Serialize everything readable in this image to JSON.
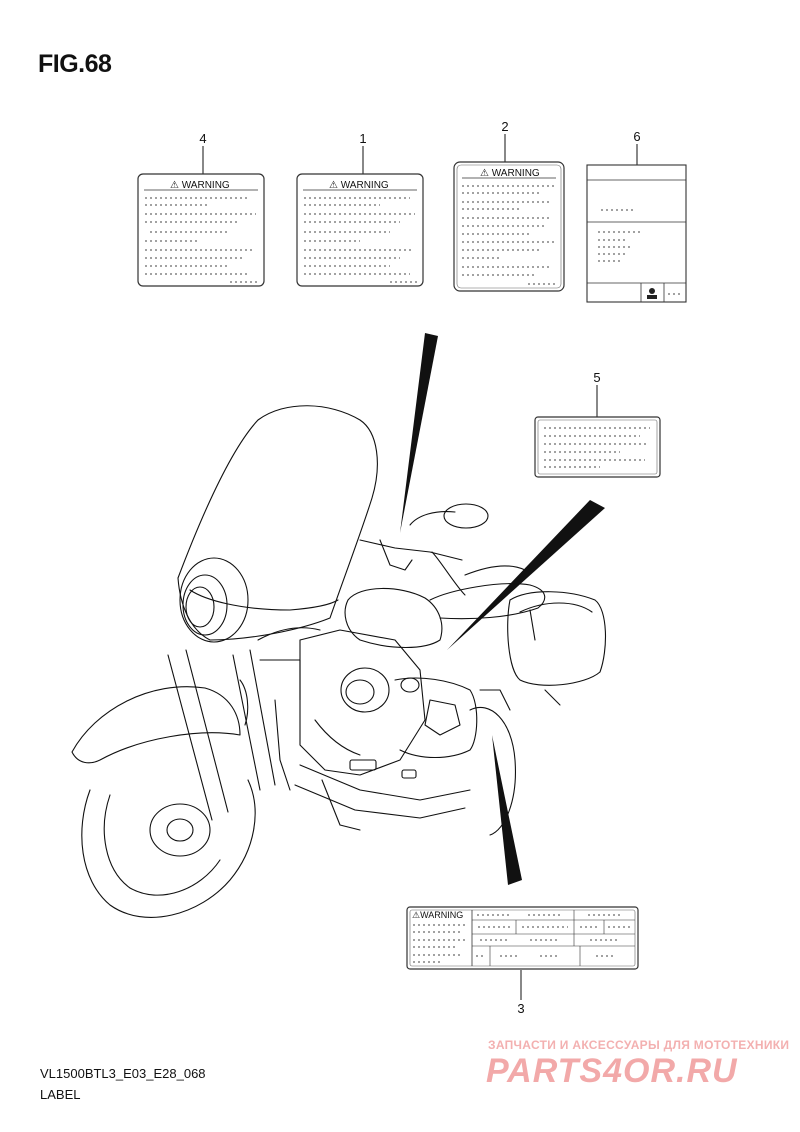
{
  "figure": {
    "title": "FIG.68",
    "code": "VL1500BTL3_E03_E28_068",
    "name": "LABEL"
  },
  "callouts": [
    {
      "id": "callout-4",
      "number": "4"
    },
    {
      "id": "callout-1",
      "number": "1"
    },
    {
      "id": "callout-2",
      "number": "2"
    },
    {
      "id": "callout-6",
      "number": "6"
    },
    {
      "id": "callout-5",
      "number": "5"
    },
    {
      "id": "callout-3",
      "number": "3"
    }
  ],
  "labels": {
    "label_4": {
      "heading": "⚠ WARNING"
    },
    "label_1": {
      "heading": "⚠ WARNING"
    },
    "label_2": {
      "heading": "⚠ WARNING"
    },
    "label_3": {
      "heading": "⚠WARNING"
    }
  },
  "watermark": {
    "top": "ЗАПЧАСТИ И АКСЕССУАРЫ ДЛЯ МОТОТЕХНИКИ",
    "main": "PARTS4OR.RU"
  },
  "colors": {
    "line": "#111111",
    "label_border": "#333333",
    "watermark": "#f2a9a9"
  }
}
